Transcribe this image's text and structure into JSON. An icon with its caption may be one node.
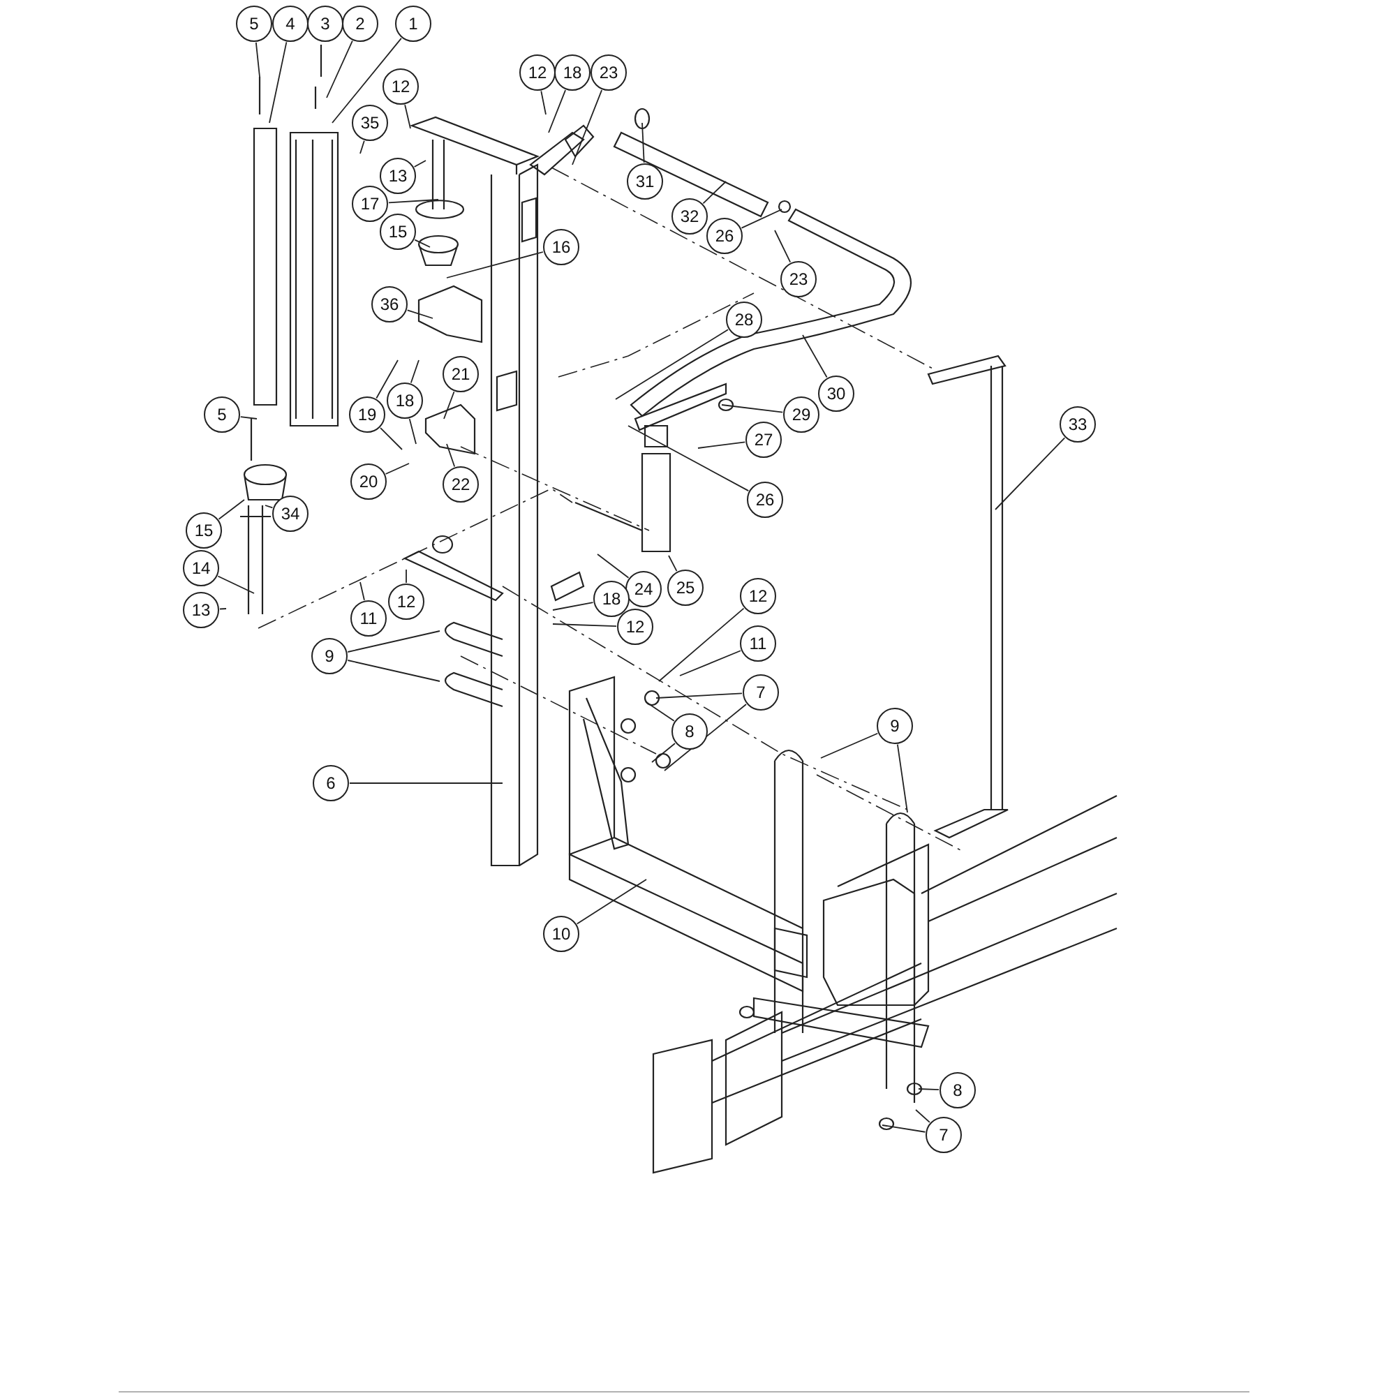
{
  "diagram": {
    "nodes": [
      {
        "text": [
          "5"
        ]
      },
      {
        "text": [
          "4"
        ]
      },
      {
        "text": [
          "3"
        ]
      },
      {
        "text": [
          "2"
        ]
      },
      {
        "text": [
          "1"
        ]
      },
      {
        "text": [
          "12"
        ]
      },
      {
        "text": [
          "35"
        ]
      },
      {
        "text": [
          "13"
        ]
      },
      {
        "text": [
          "17"
        ]
      },
      {
        "text": [
          "15"
        ]
      },
      {
        "text": [
          "16"
        ]
      },
      {
        "text": [
          "12"
        ]
      },
      {
        "text": [
          "18"
        ]
      },
      {
        "text": [
          "23"
        ]
      },
      {
        "text": [
          "31"
        ]
      },
      {
        "text": [
          "32"
        ]
      },
      {
        "text": [
          "26"
        ]
      },
      {
        "text": [
          "23"
        ]
      },
      {
        "text": [
          "36"
        ]
      },
      {
        "text": [
          "28"
        ]
      },
      {
        "text": [
          "30"
        ]
      },
      {
        "text": [
          "21"
        ]
      },
      {
        "text": [
          "18"
        ]
      },
      {
        "text": [
          "19"
        ]
      },
      {
        "text": [
          "5"
        ]
      },
      {
        "text": [
          "29"
        ]
      },
      {
        "text": [
          "33"
        ]
      },
      {
        "text": [
          "20"
        ]
      },
      {
        "text": [
          "22"
        ]
      },
      {
        "text": [
          "27"
        ]
      },
      {
        "text": [
          "26"
        ]
      },
      {
        "text": [
          "15"
        ]
      },
      {
        "text": [
          "34"
        ]
      },
      {
        "text": [
          "14"
        ]
      },
      {
        "text": [
          "13"
        ]
      },
      {
        "text": [
          "11"
        ]
      },
      {
        "text": [
          "12"
        ]
      },
      {
        "text": [
          "24"
        ]
      },
      {
        "text": [
          "25"
        ]
      },
      {
        "text": [
          "18"
        ]
      },
      {
        "text": [
          "12"
        ]
      },
      {
        "text": [
          "12"
        ]
      },
      {
        "text": [
          "11"
        ]
      },
      {
        "text": [
          "9"
        ]
      },
      {
        "text": [
          "7"
        ]
      },
      {
        "text": [
          "8"
        ]
      },
      {
        "text": [
          "9"
        ]
      },
      {
        "text": [
          "6"
        ]
      },
      {
        "text": [
          "10"
        ]
      },
      {
        "text": [
          "8"
        ]
      },
      {
        "text": [
          "7"
        ]
      }
    ],
    "edges": [
      {
        "from": 0,
        "to": null,
        "arrow": "none"
      },
      {
        "from": 1,
        "to": null,
        "arrow": "none"
      },
      {
        "from": 3,
        "to": null,
        "arrow": "none"
      },
      {
        "from": 4,
        "to": null,
        "arrow": "none"
      },
      {
        "from": 5,
        "to": null,
        "arrow": "none"
      },
      {
        "from": 6,
        "to": null,
        "arrow": "none"
      },
      {
        "from": 7,
        "to": null,
        "arrow": "none"
      },
      {
        "from": 8,
        "to": null,
        "arrow": "none"
      },
      {
        "from": 9,
        "to": null,
        "arrow": "none"
      },
      {
        "from": 10,
        "to": null,
        "arrow": "none"
      },
      {
        "from": 11,
        "to": null,
        "arrow": "none"
      },
      {
        "from": 12,
        "to": null,
        "arrow": "none"
      },
      {
        "from": 13,
        "to": null,
        "arrow": "none"
      },
      {
        "from": 14,
        "to": null,
        "arrow": "none"
      },
      {
        "from": 15,
        "to": null,
        "arrow": "none"
      },
      {
        "from": 16,
        "to": null,
        "arrow": "none"
      },
      {
        "from": 17,
        "to": null,
        "arrow": "none"
      },
      {
        "from": 18,
        "to": null,
        "arrow": "none"
      },
      {
        "from": 19,
        "to": null,
        "arrow": "none"
      },
      {
        "from": 20,
        "to": null,
        "arrow": "none"
      },
      {
        "from": 21,
        "to": null,
        "arrow": "none"
      },
      {
        "from": 22,
        "to": null,
        "arrow": "none"
      },
      {
        "from": 22,
        "to": null,
        "arrow": "none"
      },
      {
        "from": 23,
        "to": null,
        "arrow": "none"
      },
      {
        "from": 23,
        "to": null,
        "arrow": "none"
      },
      {
        "from": 24,
        "to": null,
        "arrow": "none"
      },
      {
        "from": 25,
        "to": null,
        "arrow": "none"
      },
      {
        "from": 26,
        "to": null,
        "arrow": "none"
      },
      {
        "from": 27,
        "to": null,
        "arrow": "none"
      },
      {
        "from": 28,
        "to": null,
        "arrow": "none"
      },
      {
        "from": 29,
        "to": null,
        "arrow": "none"
      },
      {
        "from": 30,
        "to": null,
        "arrow": "none"
      },
      {
        "from": 31,
        "to": null,
        "arrow": "none"
      },
      {
        "from": 32,
        "to": null,
        "arrow": "none"
      },
      {
        "from": 33,
        "to": null,
        "arrow": "none"
      },
      {
        "from": 34,
        "to": null,
        "arrow": "none"
      },
      {
        "from": 35,
        "to": null,
        "arrow": "none"
      },
      {
        "from": 36,
        "to": null,
        "arrow": "none"
      },
      {
        "from": 37,
        "to": null,
        "arrow": "none"
      },
      {
        "from": 38,
        "to": null,
        "arrow": "none"
      },
      {
        "from": 39,
        "to": null,
        "arrow": "none"
      },
      {
        "from": 40,
        "to": null,
        "arrow": "none"
      },
      {
        "from": 41,
        "to": null,
        "arrow": "none"
      },
      {
        "from": 42,
        "to": null,
        "arrow": "none"
      },
      {
        "from": 43,
        "to": null,
        "arrow": "none"
      },
      {
        "from": 43,
        "to": null,
        "arrow": "none"
      },
      {
        "from": 44,
        "to": null,
        "arrow": "none"
      },
      {
        "from": 44,
        "to": null,
        "arrow": "none"
      },
      {
        "from": 45,
        "to": null,
        "arrow": "none"
      },
      {
        "from": 45,
        "to": null,
        "arrow": "none"
      },
      {
        "from": 46,
        "to": null,
        "arrow": "none"
      },
      {
        "from": 46,
        "to": null,
        "arrow": "none"
      },
      {
        "from": 47,
        "to": null,
        "arrow": "none"
      },
      {
        "from": 48,
        "to": null,
        "arrow": "none"
      },
      {
        "from": 49,
        "to": null,
        "arrow": "none"
      },
      {
        "from": 50,
        "to": null,
        "arrow": "none"
      },
      {
        "from": 50,
        "to": null,
        "arrow": "none"
      }
    ]
  }
}
